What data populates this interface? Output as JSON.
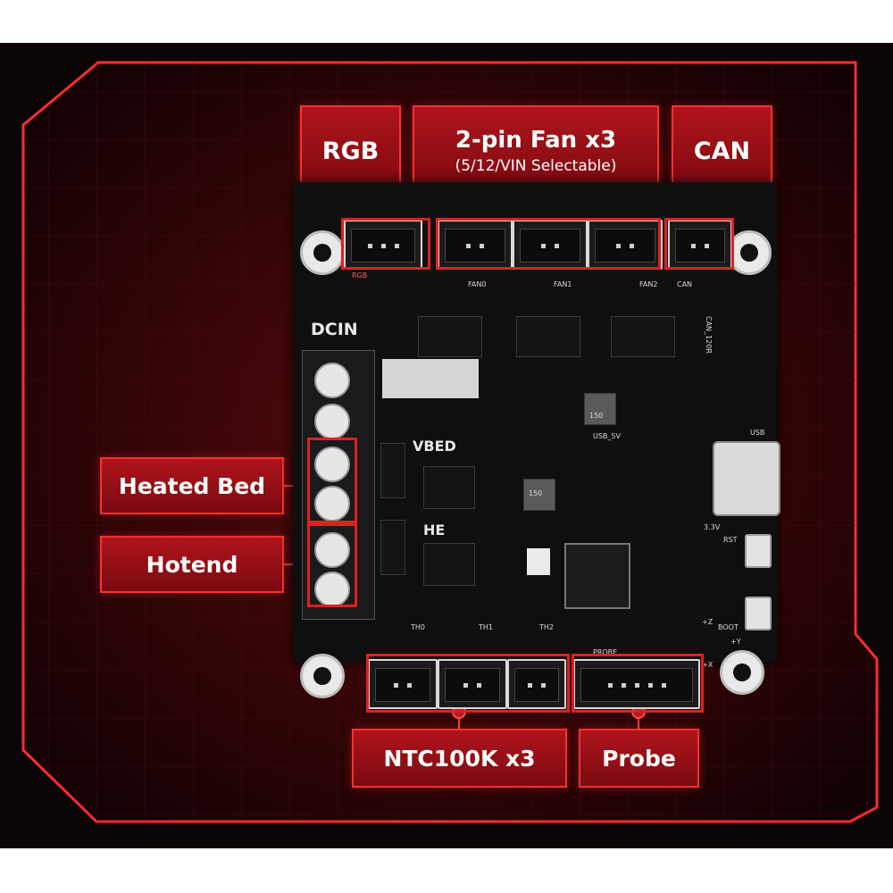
{
  "labels": {
    "rgb": "RGB",
    "fan_title": "2-pin Fan x3",
    "fan_sub": "(5/12/VIN Selectable)",
    "can": "CAN",
    "heated_bed": "Heated Bed",
    "hotend": "Hotend",
    "ntc": "NTC100K x3",
    "probe": "Probe"
  },
  "silkscreen": {
    "dcin": "DCIN",
    "vbed": "VBED",
    "he": "HE",
    "rgb": "RGB",
    "fan0": "FAN0",
    "fan1": "FAN1",
    "fan2": "FAN2",
    "can": "CAN",
    "can_120r": "CAN_120R",
    "usb": "USB",
    "usb_5v": "USB_5V",
    "v33": "3.3V",
    "rst": "RST",
    "boot": "BOOT",
    "th0": "TH0",
    "th1": "TH1",
    "th2": "TH2",
    "probe": "PROBE",
    "ind1": "150",
    "ind2": "150",
    "axis_z": "+Z",
    "axis_y": "+Y",
    "axis_x": "+X"
  },
  "colors": {
    "accent": "#e02020",
    "label_fill": "#9a1016",
    "board": "#0f0f10",
    "background": "#0b0506"
  }
}
